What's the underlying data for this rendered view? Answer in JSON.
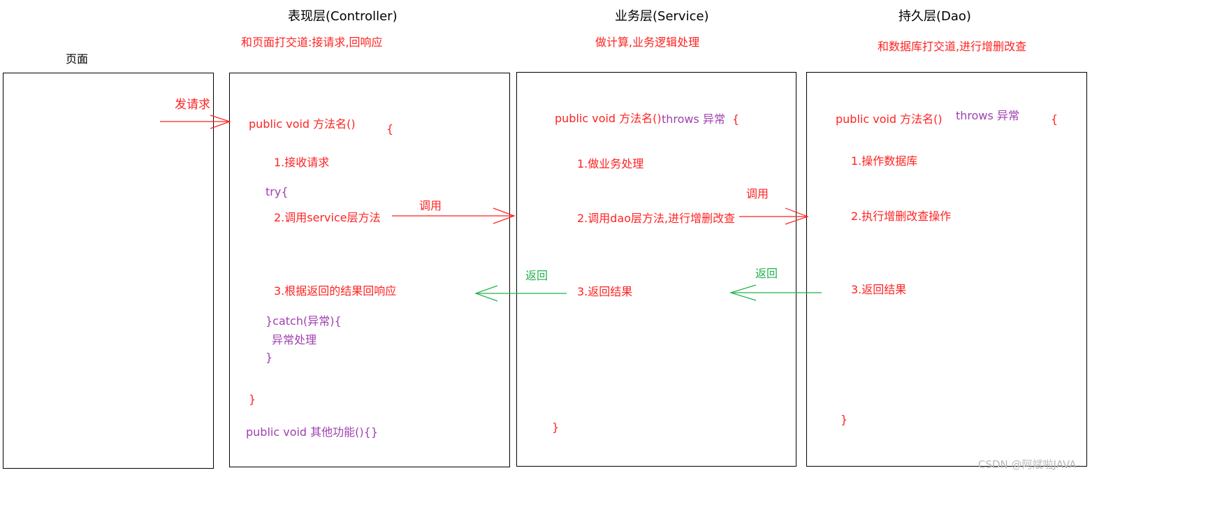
{
  "page": {
    "label": "页面",
    "send_request": "发请求"
  },
  "controller": {
    "title": "表现层(Controller)",
    "desc": "和页面打交道:接请求,回响应",
    "method_sig": "public void 方法名()",
    "open_brace": "{",
    "step1": "1.接收请求",
    "try_open": "try{",
    "step2": "2.调用service层方法",
    "step3": "3.根据返回的结果回响应",
    "catch_open": "}catch(异常){",
    "exception_handling": "异常处理",
    "catch_close": "}",
    "close_brace": "}",
    "other_method": "public void 其他功能(){}"
  },
  "service": {
    "title": "业务层(Service)",
    "desc": "做计算,业务逻辑处理",
    "method_sig": "public void 方法名()",
    "throws": "throws 异常",
    "open_brace": "{",
    "step1": "1.做业务处理",
    "step2": "2.调用dao层方法,进行增删改查",
    "step3": "3.返回结果",
    "close_brace": "}"
  },
  "dao": {
    "title": "持久层(Dao)",
    "desc": "和数据库打交道,进行增删改查",
    "method_sig": "public void 方法名()",
    "throws": "throws 异常",
    "open_brace": "{",
    "step1": "1.操作数据库",
    "step2": "2.执行增删改查操作",
    "step3": "3.返回结果",
    "close_brace": "}"
  },
  "arrows": {
    "call_label_1": "调用",
    "call_label_2": "调用",
    "return_label_1": "返回",
    "return_label_2": "返回"
  },
  "watermark": "CSDN @阿斌啦JAVA",
  "colors": {
    "request_arrow": "#ff2222",
    "return_arrow": "#22b14c",
    "box_border": "#000000",
    "keyword_text": "#a040b0"
  }
}
